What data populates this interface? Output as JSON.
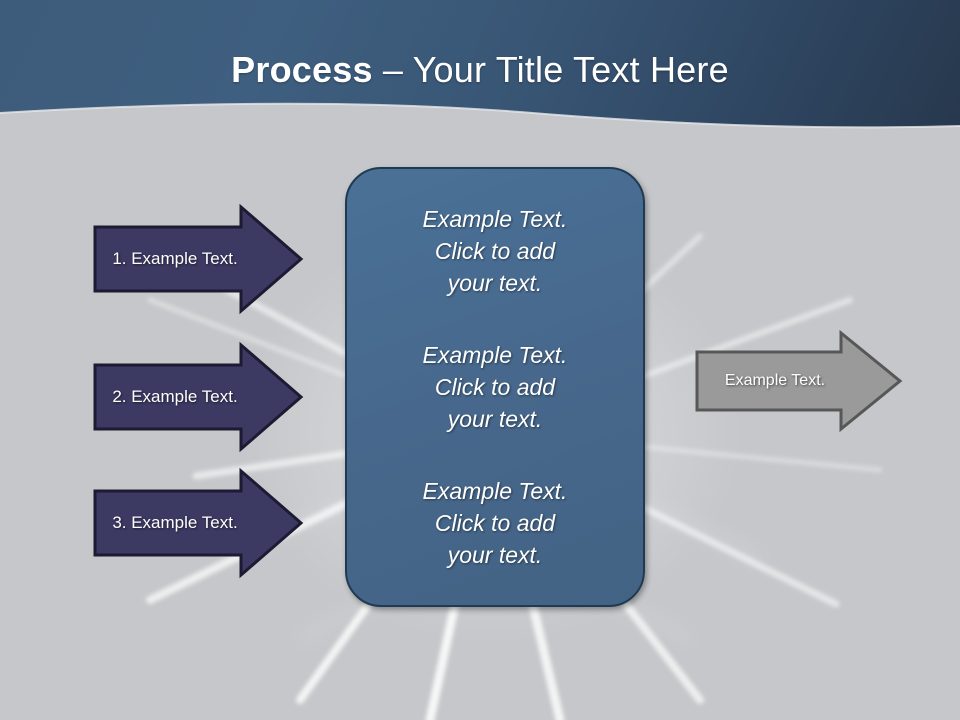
{
  "slide": {
    "title_bold": "Process",
    "title_rest": " – Your Title Text Here",
    "background_color": "#c6c7ca",
    "header_gradient_from": "#3d5b7a",
    "header_gradient_to": "#27384d"
  },
  "left_arrows": {
    "fill_color": "#3c3a63",
    "border_color": "#1c1b33",
    "items": [
      {
        "label": "1. Example Text."
      },
      {
        "label": "2. Example Text."
      },
      {
        "label": "3. Example Text."
      }
    ]
  },
  "center_box": {
    "fill_color": "#47688c",
    "border_color": "#1f3a52",
    "paragraphs": [
      {
        "text": "Example Text.\nClick  to add\nyour text."
      },
      {
        "text": "Example Text.\nClick  to add\nyour text."
      },
      {
        "text": "Example Text.\nClick  to add\nyour text."
      }
    ]
  },
  "right_arrow": {
    "label": "Example Text.",
    "fill_color": "#9a9a9a",
    "border_color": "#575757"
  }
}
